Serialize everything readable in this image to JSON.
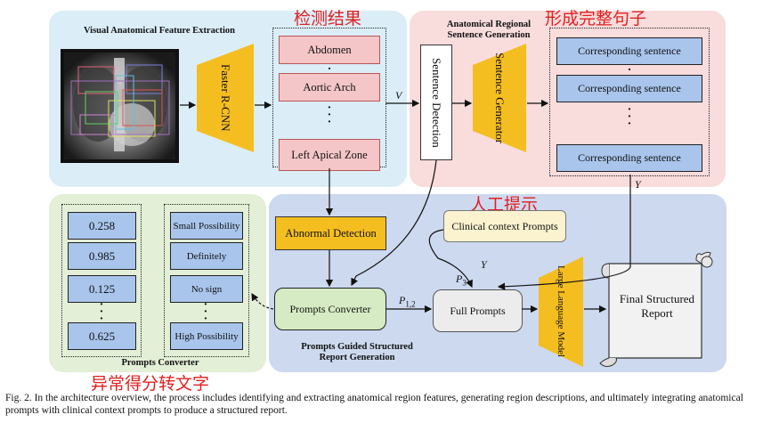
{
  "visual": {
    "title": "Visual Anatomical Feature Extraction",
    "detector": "Faster R-CNN",
    "label_cn": "检测结果",
    "regions": [
      "Abdomen",
      "Aortic Arch",
      "Left Apical Zone"
    ],
    "v_label": "V"
  },
  "sentence": {
    "title": "Anatomical Regional Sentence Generation",
    "detection": "Sentence Detection",
    "generator": "Sentence Generator",
    "label_cn": "形成完整句子",
    "sentences": [
      "Corresponding sentence",
      "Corresponding sentence",
      "Corresponding sentence"
    ],
    "y_label": "Y"
  },
  "prompts_converter": {
    "title": "Prompts Converter",
    "label_cn": "异常得分转文字",
    "scores": [
      "0.258",
      "0.985",
      "0.125",
      "0.625"
    ],
    "texts": [
      "Small Possibility",
      "Definitely",
      "No sign",
      "High Possibility"
    ]
  },
  "guided": {
    "title": "Prompts Guided Structured Report Generation",
    "label_cn": "人工提示",
    "abnormal": "Abnormal Detection",
    "clinical": "Clinical context Prompts",
    "converter": "Prompts Converter",
    "full": "Full Prompts",
    "llm": "Large Language Model",
    "report": "Final Structured Report",
    "p12": "P",
    "p12_sub": "1,2",
    "p3": "P",
    "p3_sub": "3",
    "y_label": "Y"
  },
  "caption": "Fig. 2.  In the architecture overview, the process includes identifying and extracting anatomical region features, generating region descriptions, and ultimately integrating anatomical prompts with clinical context prompts to produce a structured report.",
  "colors": {
    "blue_panel": "#dbeef8",
    "pink_panel": "#f9dcdc",
    "green_panel": "#e3efd6",
    "guided_panel": "#cdd9ef",
    "yellow": "#f5be20",
    "region_pink": "#f4c6c8",
    "sentence_blue": "#a9c5ec",
    "converter_green": "#d6ebc4",
    "clinical_cream": "#fbf3d0",
    "full_gray": "#ececec",
    "chinese_red": "#e02020"
  }
}
